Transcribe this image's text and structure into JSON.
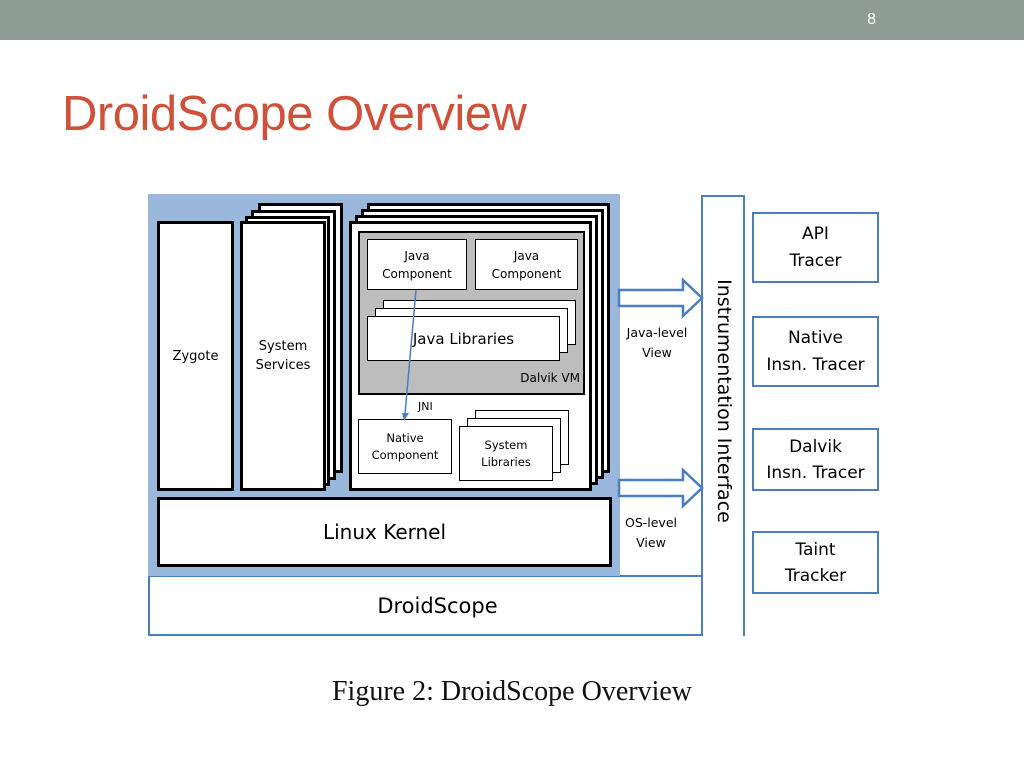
{
  "slide": {
    "page_number": "8",
    "title": "DroidScope Overview",
    "caption": "Figure 2: DroidScope Overview"
  },
  "diagram": {
    "zygote": "Zygote",
    "system_services": [
      "System",
      "Services"
    ],
    "java_component_1": [
      "Java",
      "Component"
    ],
    "java_component_2": [
      "Java",
      "Component"
    ],
    "java_libraries": "Java Libraries",
    "dalvik_vm": "Dalvik VM",
    "jni": "JNI",
    "native_component": [
      "Native",
      "Component"
    ],
    "system_libraries": [
      "System",
      "Libraries"
    ],
    "linux_kernel": "Linux Kernel",
    "droidscope": "DroidScope",
    "java_level_view": [
      "Java-level",
      "View"
    ],
    "os_level_view": [
      "OS-level",
      "View"
    ],
    "instrumentation_interface": "Instrumentation Interface",
    "api_tracer": [
      "API",
      "Tracer"
    ],
    "native_insn_tracer": [
      "Native",
      "Insn. Tracer"
    ],
    "dalvik_insn_tracer": [
      "Dalvik",
      "Insn. Tracer"
    ],
    "taint_tracker": [
      "Taint",
      "Tracker"
    ]
  },
  "colors": {
    "title": "#d0503a",
    "top_bar": "#8e9e97",
    "android_background": "#9ab7dc",
    "dalvik_vm_fill": "#bdbdbd",
    "frame_border": "#4a7ebf",
    "arrow": "#4a7ebf"
  }
}
